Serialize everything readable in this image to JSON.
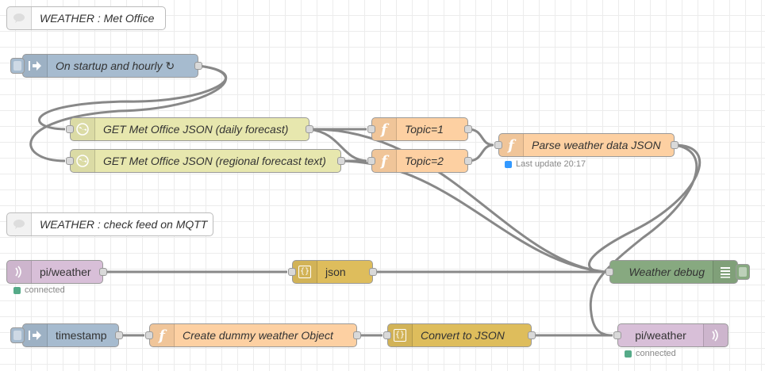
{
  "colors": {
    "comment": "#ffffff",
    "inject": "#a6bbcf",
    "http": "#e7e7ae",
    "function": "#fdd0a2",
    "json": "#debd5c",
    "debug": "#87a980",
    "mqtt": "#d8bfd8",
    "wire": "#888888",
    "status_connected": "#55aa88",
    "status_update": "#3399ff"
  },
  "nodes": {
    "comment_met_office": {
      "label": "WEATHER : Met Office",
      "icon": "comment-icon"
    },
    "inject_startup": {
      "label": "On startup and hourly ↻",
      "icon": "inject-arrow-icon"
    },
    "http_daily": {
      "label": "GET Met Office JSON (daily forecast)",
      "icon": "globe-icon"
    },
    "http_regional": {
      "label": "GET Met Office JSON (regional forecast text)",
      "icon": "globe-icon"
    },
    "func_topic1": {
      "label": "Topic=1",
      "icon": "function-icon"
    },
    "func_topic2": {
      "label": "Topic=2",
      "icon": "function-icon"
    },
    "func_parse": {
      "label": "Parse weather data JSON",
      "icon": "function-icon",
      "status": "Last update 20:17"
    },
    "comment_mqtt": {
      "label": "WEATHER : check feed on MQTT",
      "icon": "comment-icon"
    },
    "mqtt_in": {
      "label": "pi/weather",
      "icon": "mqtt-signal-icon",
      "status": "connected"
    },
    "json_node": {
      "label": "json",
      "icon": "json-braces-icon"
    },
    "debug_node": {
      "label": "Weather debug",
      "icon": "debug-list-icon"
    },
    "inject_timestamp": {
      "label": "timestamp",
      "icon": "inject-arrow-icon"
    },
    "func_dummy": {
      "label": "Create dummy weather Object",
      "icon": "function-icon"
    },
    "json_convert": {
      "label": "Convert to JSON",
      "icon": "json-braces-icon"
    },
    "mqtt_out": {
      "label": "pi/weather",
      "icon": "mqtt-signal-icon",
      "status": "connected"
    }
  }
}
